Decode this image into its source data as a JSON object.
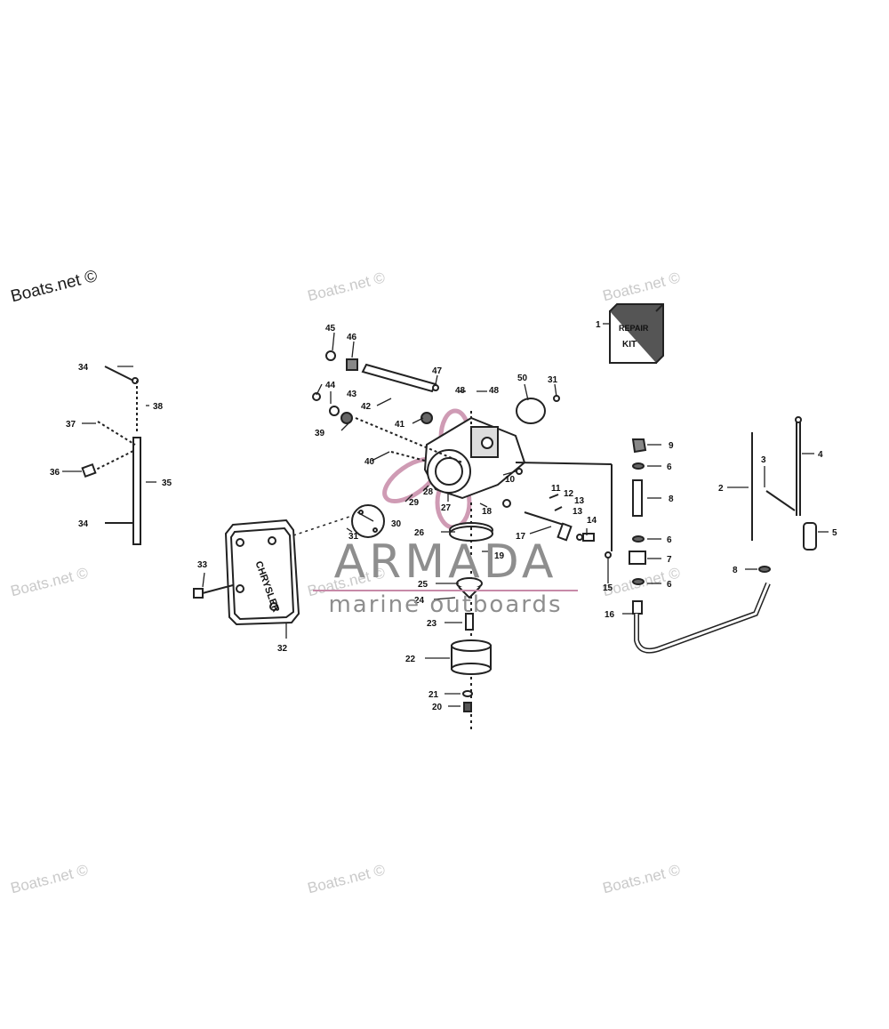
{
  "watermarks": {
    "corner": "Boats.net ©",
    "tile": "Boats.net ©"
  },
  "brand": {
    "name": "ARMADA",
    "tagline": "marine outboards",
    "accent_color": "#c78aa8",
    "text_color": "#8e8e8e"
  },
  "kit": {
    "label_line1": "REPAIR",
    "label_line2": "KIT"
  },
  "air_silencer": {
    "emblem": "CHRYSLER"
  },
  "callouts": [
    {
      "id": "c1",
      "label": "1"
    },
    {
      "id": "c2",
      "label": "2"
    },
    {
      "id": "c3",
      "label": "3"
    },
    {
      "id": "c4",
      "label": "4"
    },
    {
      "id": "c5",
      "label": "5"
    },
    {
      "id": "c6a",
      "label": "6"
    },
    {
      "id": "c6b",
      "label": "6"
    },
    {
      "id": "c6c",
      "label": "6"
    },
    {
      "id": "c7",
      "label": "7"
    },
    {
      "id": "c8a",
      "label": "8"
    },
    {
      "id": "c8b",
      "label": "8"
    },
    {
      "id": "c9",
      "label": "9"
    },
    {
      "id": "c10",
      "label": "10"
    },
    {
      "id": "c11",
      "label": "11"
    },
    {
      "id": "c12",
      "label": "12"
    },
    {
      "id": "c13a",
      "label": "13"
    },
    {
      "id": "c13b",
      "label": "13"
    },
    {
      "id": "c14",
      "label": "14"
    },
    {
      "id": "c15",
      "label": "15"
    },
    {
      "id": "c16",
      "label": "16"
    },
    {
      "id": "c17",
      "label": "17"
    },
    {
      "id": "c18",
      "label": "18"
    },
    {
      "id": "c19",
      "label": "19"
    },
    {
      "id": "c20",
      "label": "20"
    },
    {
      "id": "c21",
      "label": "21"
    },
    {
      "id": "c22",
      "label": "22"
    },
    {
      "id": "c23",
      "label": "23"
    },
    {
      "id": "c24",
      "label": "24"
    },
    {
      "id": "c25",
      "label": "25"
    },
    {
      "id": "c26",
      "label": "26"
    },
    {
      "id": "c27",
      "label": "27"
    },
    {
      "id": "c28",
      "label": "28"
    },
    {
      "id": "c29",
      "label": "29"
    },
    {
      "id": "c30",
      "label": "30"
    },
    {
      "id": "c31a",
      "label": "31"
    },
    {
      "id": "c31b",
      "label": "31"
    },
    {
      "id": "c32",
      "label": "32"
    },
    {
      "id": "c33",
      "label": "33"
    },
    {
      "id": "c34a",
      "label": "34"
    },
    {
      "id": "c34b",
      "label": "34"
    },
    {
      "id": "c35",
      "label": "35"
    },
    {
      "id": "c36",
      "label": "36"
    },
    {
      "id": "c37",
      "label": "37"
    },
    {
      "id": "c38",
      "label": "38"
    },
    {
      "id": "c39",
      "label": "39"
    },
    {
      "id": "c40",
      "label": "40"
    },
    {
      "id": "c41",
      "label": "41"
    },
    {
      "id": "c42",
      "label": "42"
    },
    {
      "id": "c43",
      "label": "43"
    },
    {
      "id": "c44",
      "label": "44"
    },
    {
      "id": "c45",
      "label": "45"
    },
    {
      "id": "c46",
      "label": "46"
    },
    {
      "id": "c47",
      "label": "47"
    },
    {
      "id": "c48a",
      "label": "48"
    },
    {
      "id": "c48b",
      "label": "48"
    },
    {
      "id": "c50",
      "label": "50"
    }
  ]
}
